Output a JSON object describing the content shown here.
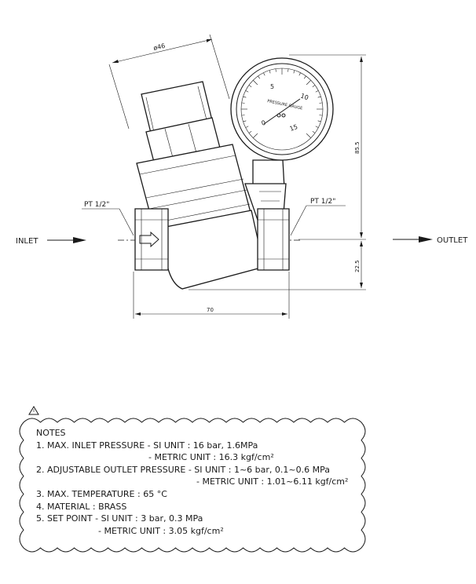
{
  "labels": {
    "inlet": "INLET",
    "outlet": "OUTLET",
    "pt_left": "PT 1/2\"",
    "pt_right": "PT 1/2\"",
    "dim_diameter": "ø46",
    "dim_width": "70",
    "dim_upper_height": "85.5",
    "dim_lower_height": "22.5"
  },
  "gauge": {
    "scale_min": "0",
    "scale_5": "5",
    "scale_10": "10",
    "scale_15": "15",
    "title": "PRESSURE GAUGE"
  },
  "notes": {
    "warning_icon": "warning-triangle-icon",
    "heading": "NOTES",
    "line1": "1. MAX. INLET PRESSURE - SI UNIT : 16 bar, 1.6MPa",
    "line1b": "- METRIC UNIT : 16.3 kgf/cm²",
    "line2": "2. ADJUSTABLE OUTLET PRESSURE - SI UNIT : 1~6 bar, 0.1~0.6 MPa",
    "line2b": "- METRIC UNIT : 1.01~6.11 kgf/cm²",
    "line3": "3. MAX. TEMPERATURE : 65 °C",
    "line4": "4. MATERIAL : BRASS",
    "line5": "5. SET POINT - SI UNIT : 3 bar, 0.3 MPa",
    "line5b": "- METRIC UNIT : 3.05 kgf/cm²"
  }
}
